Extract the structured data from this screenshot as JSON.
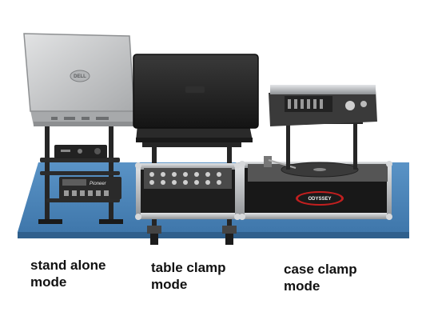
{
  "captions": {
    "stand_alone": {
      "line1": "stand alone",
      "line2": "mode"
    },
    "table_clamp": {
      "line1": "table clamp",
      "line2": "mode"
    },
    "case_clamp": {
      "line1": "case clamp",
      "line2": "mode"
    }
  },
  "product_marks": {
    "laptop_logo": "DELL",
    "pioneer_logo": "Pioneer",
    "case_logo": "ODYSSEY"
  },
  "colors": {
    "table_top": "#4a83b8",
    "table_edge": "#2f5f8c",
    "laptop_silver": "#c4c6c8",
    "laptop_black": "#1e1e1e",
    "case_black": "#1a1a1a",
    "chrome": "#b9bcbf",
    "stand_steel": "#2a2a2a"
  }
}
